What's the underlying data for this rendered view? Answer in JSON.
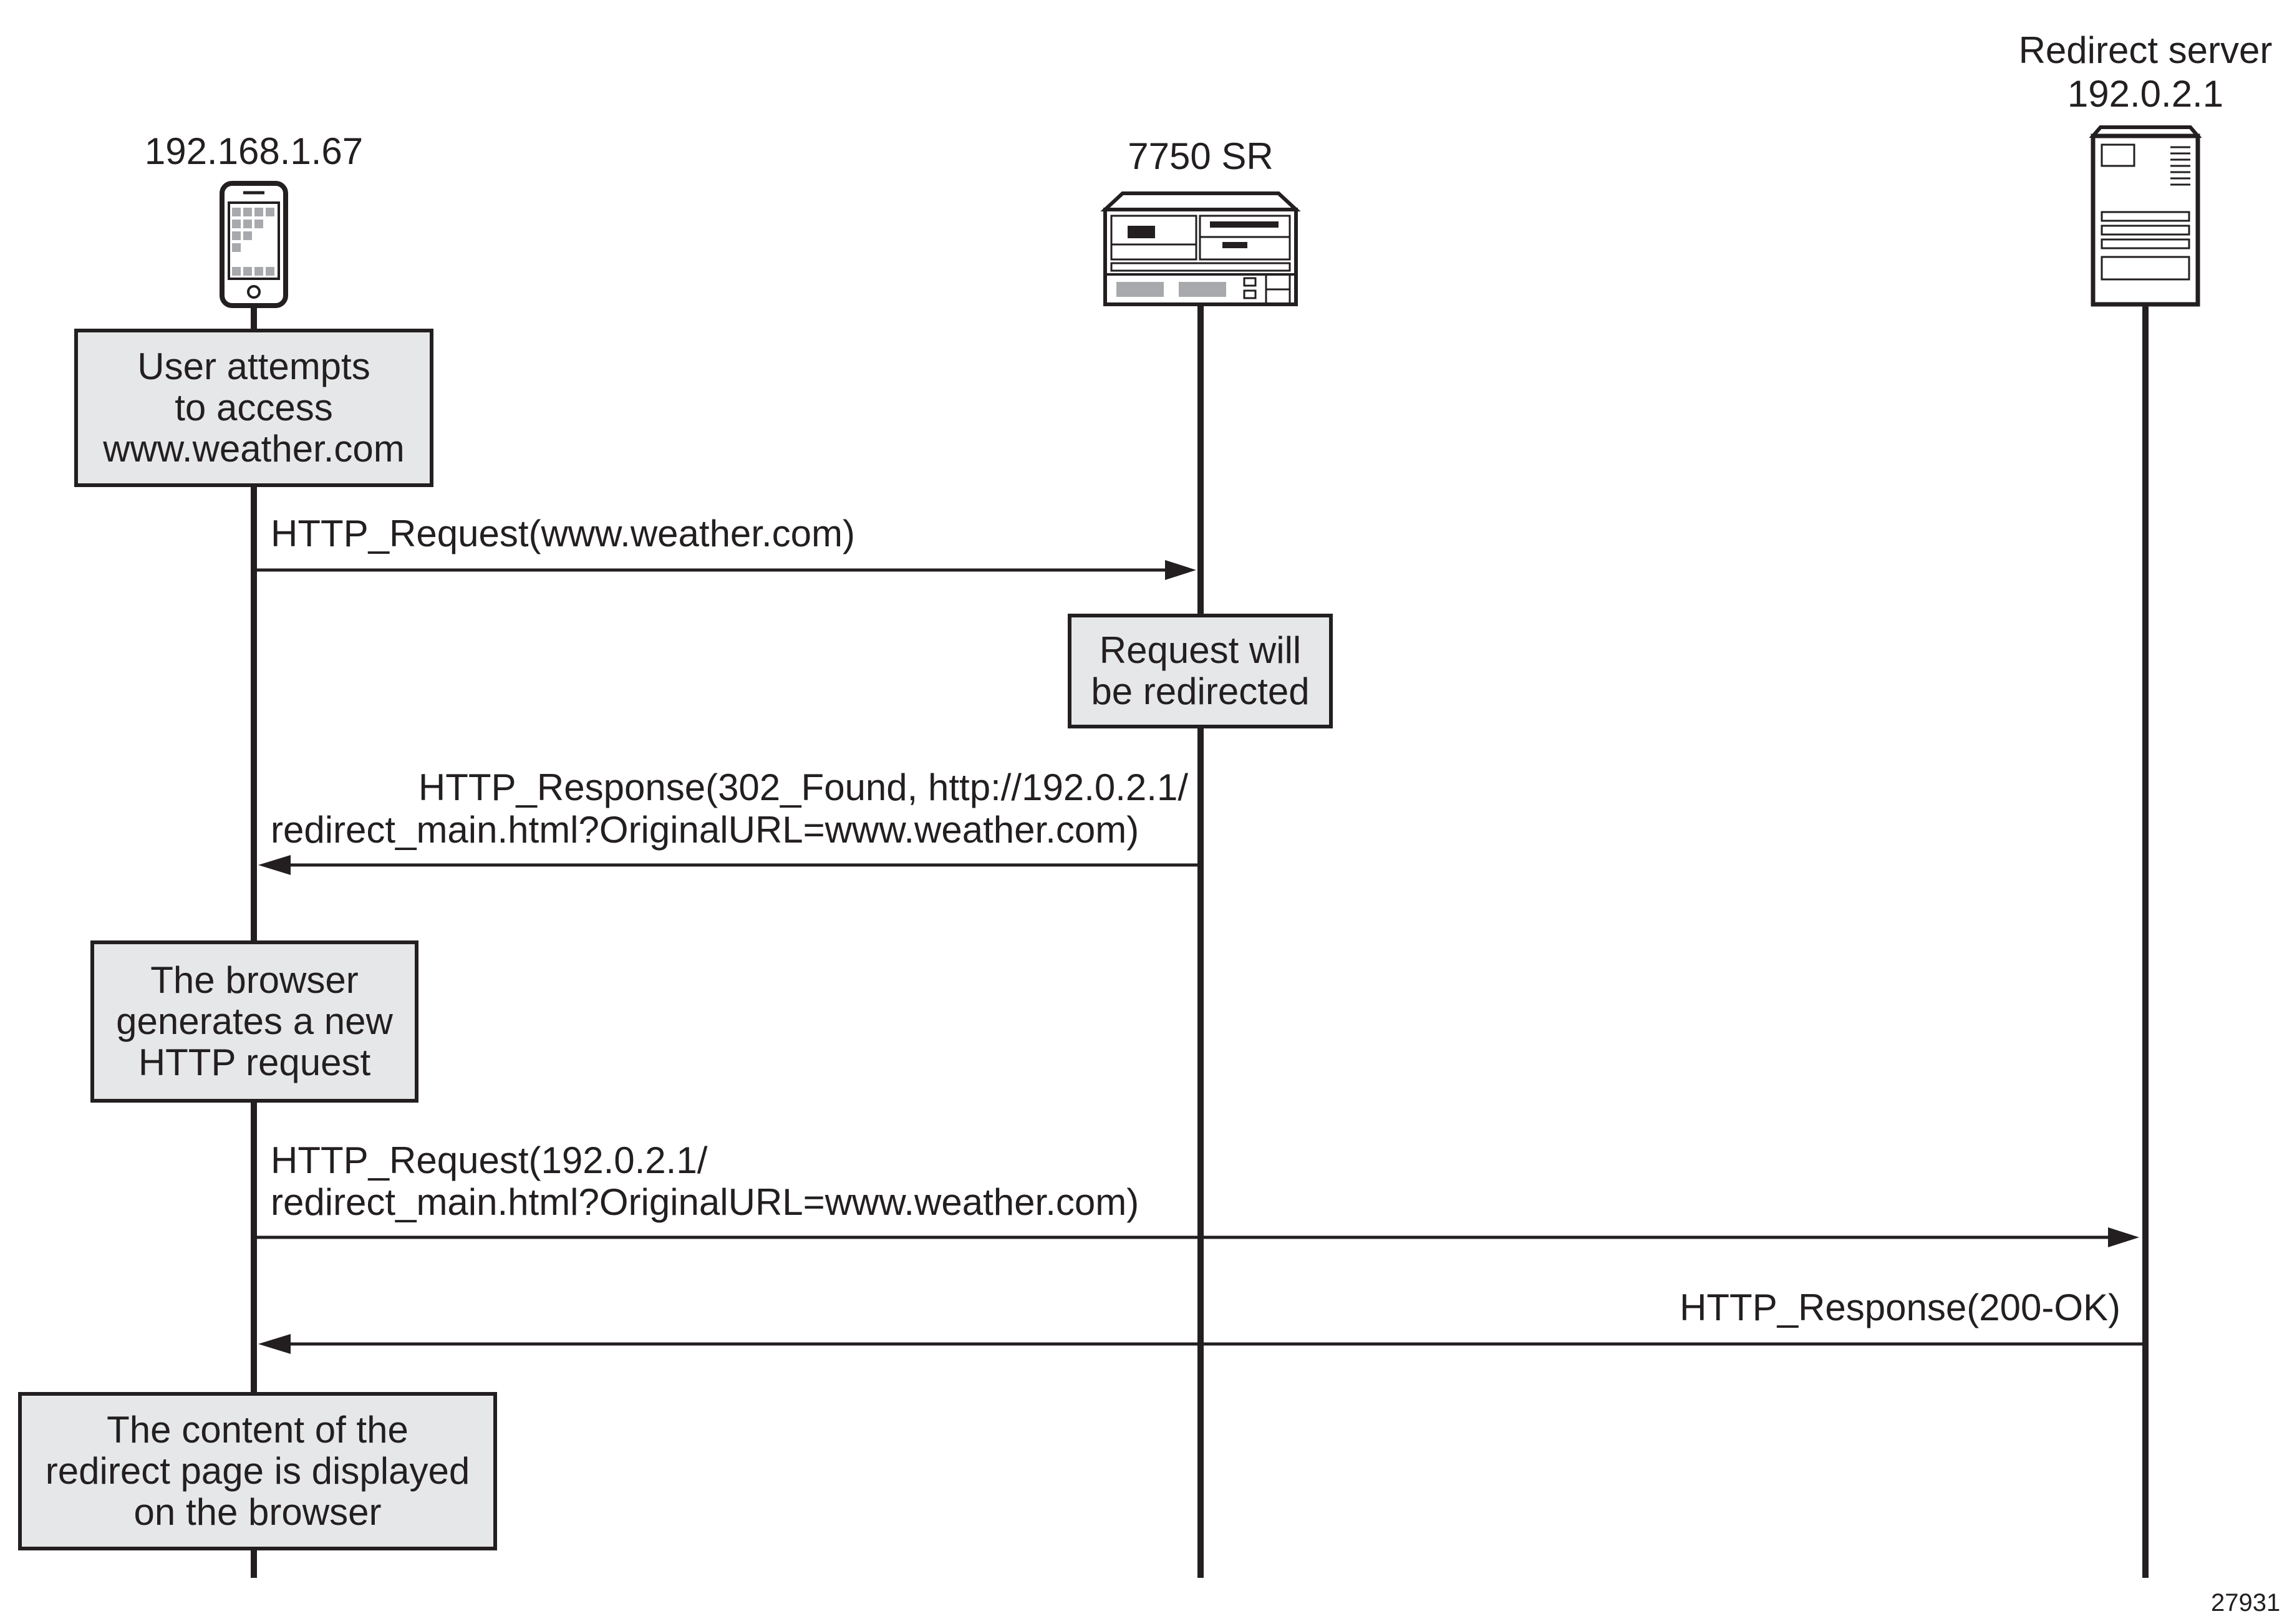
{
  "participants": {
    "client": {
      "label": "192.168.1.67",
      "icon": "smartphone-icon"
    },
    "router": {
      "label": "7750 SR",
      "icon": "router-chassis-icon"
    },
    "server": {
      "line1": "Redirect server",
      "line2": "192.0.2.1",
      "icon": "server-icon"
    }
  },
  "notes": {
    "user_attempts": [
      "User attempts",
      "to access",
      "www.weather.com"
    ],
    "request_redirected": [
      "Request will",
      "be redirected"
    ],
    "browser_generates": [
      "The browser",
      "generates a new",
      "HTTP request"
    ],
    "content_displayed": [
      "The content of the",
      "redirect page is displayed",
      "on the browser"
    ]
  },
  "messages": {
    "m1": {
      "text": "HTTP_Request(www.weather.com)",
      "from": "client",
      "to": "router"
    },
    "m2": {
      "line1": "HTTP_Response(302_Found, http://192.0.2.1/",
      "line2": "redirect_main.html?OriginalURL=www.weather.com)",
      "from": "router",
      "to": "client"
    },
    "m3": {
      "line1": "HTTP_Request(192.0.2.1/",
      "line2": "redirect_main.html?OriginalURL=www.weather.com)",
      "from": "client",
      "to": "server"
    },
    "m4": {
      "text": "HTTP_Response(200-OK)",
      "from": "server",
      "to": "client"
    }
  },
  "figure_id": "27931",
  "colors": {
    "line": "#231f20",
    "note_fill": "#e6e7e8",
    "icon_grey": "#a7a9ac"
  }
}
